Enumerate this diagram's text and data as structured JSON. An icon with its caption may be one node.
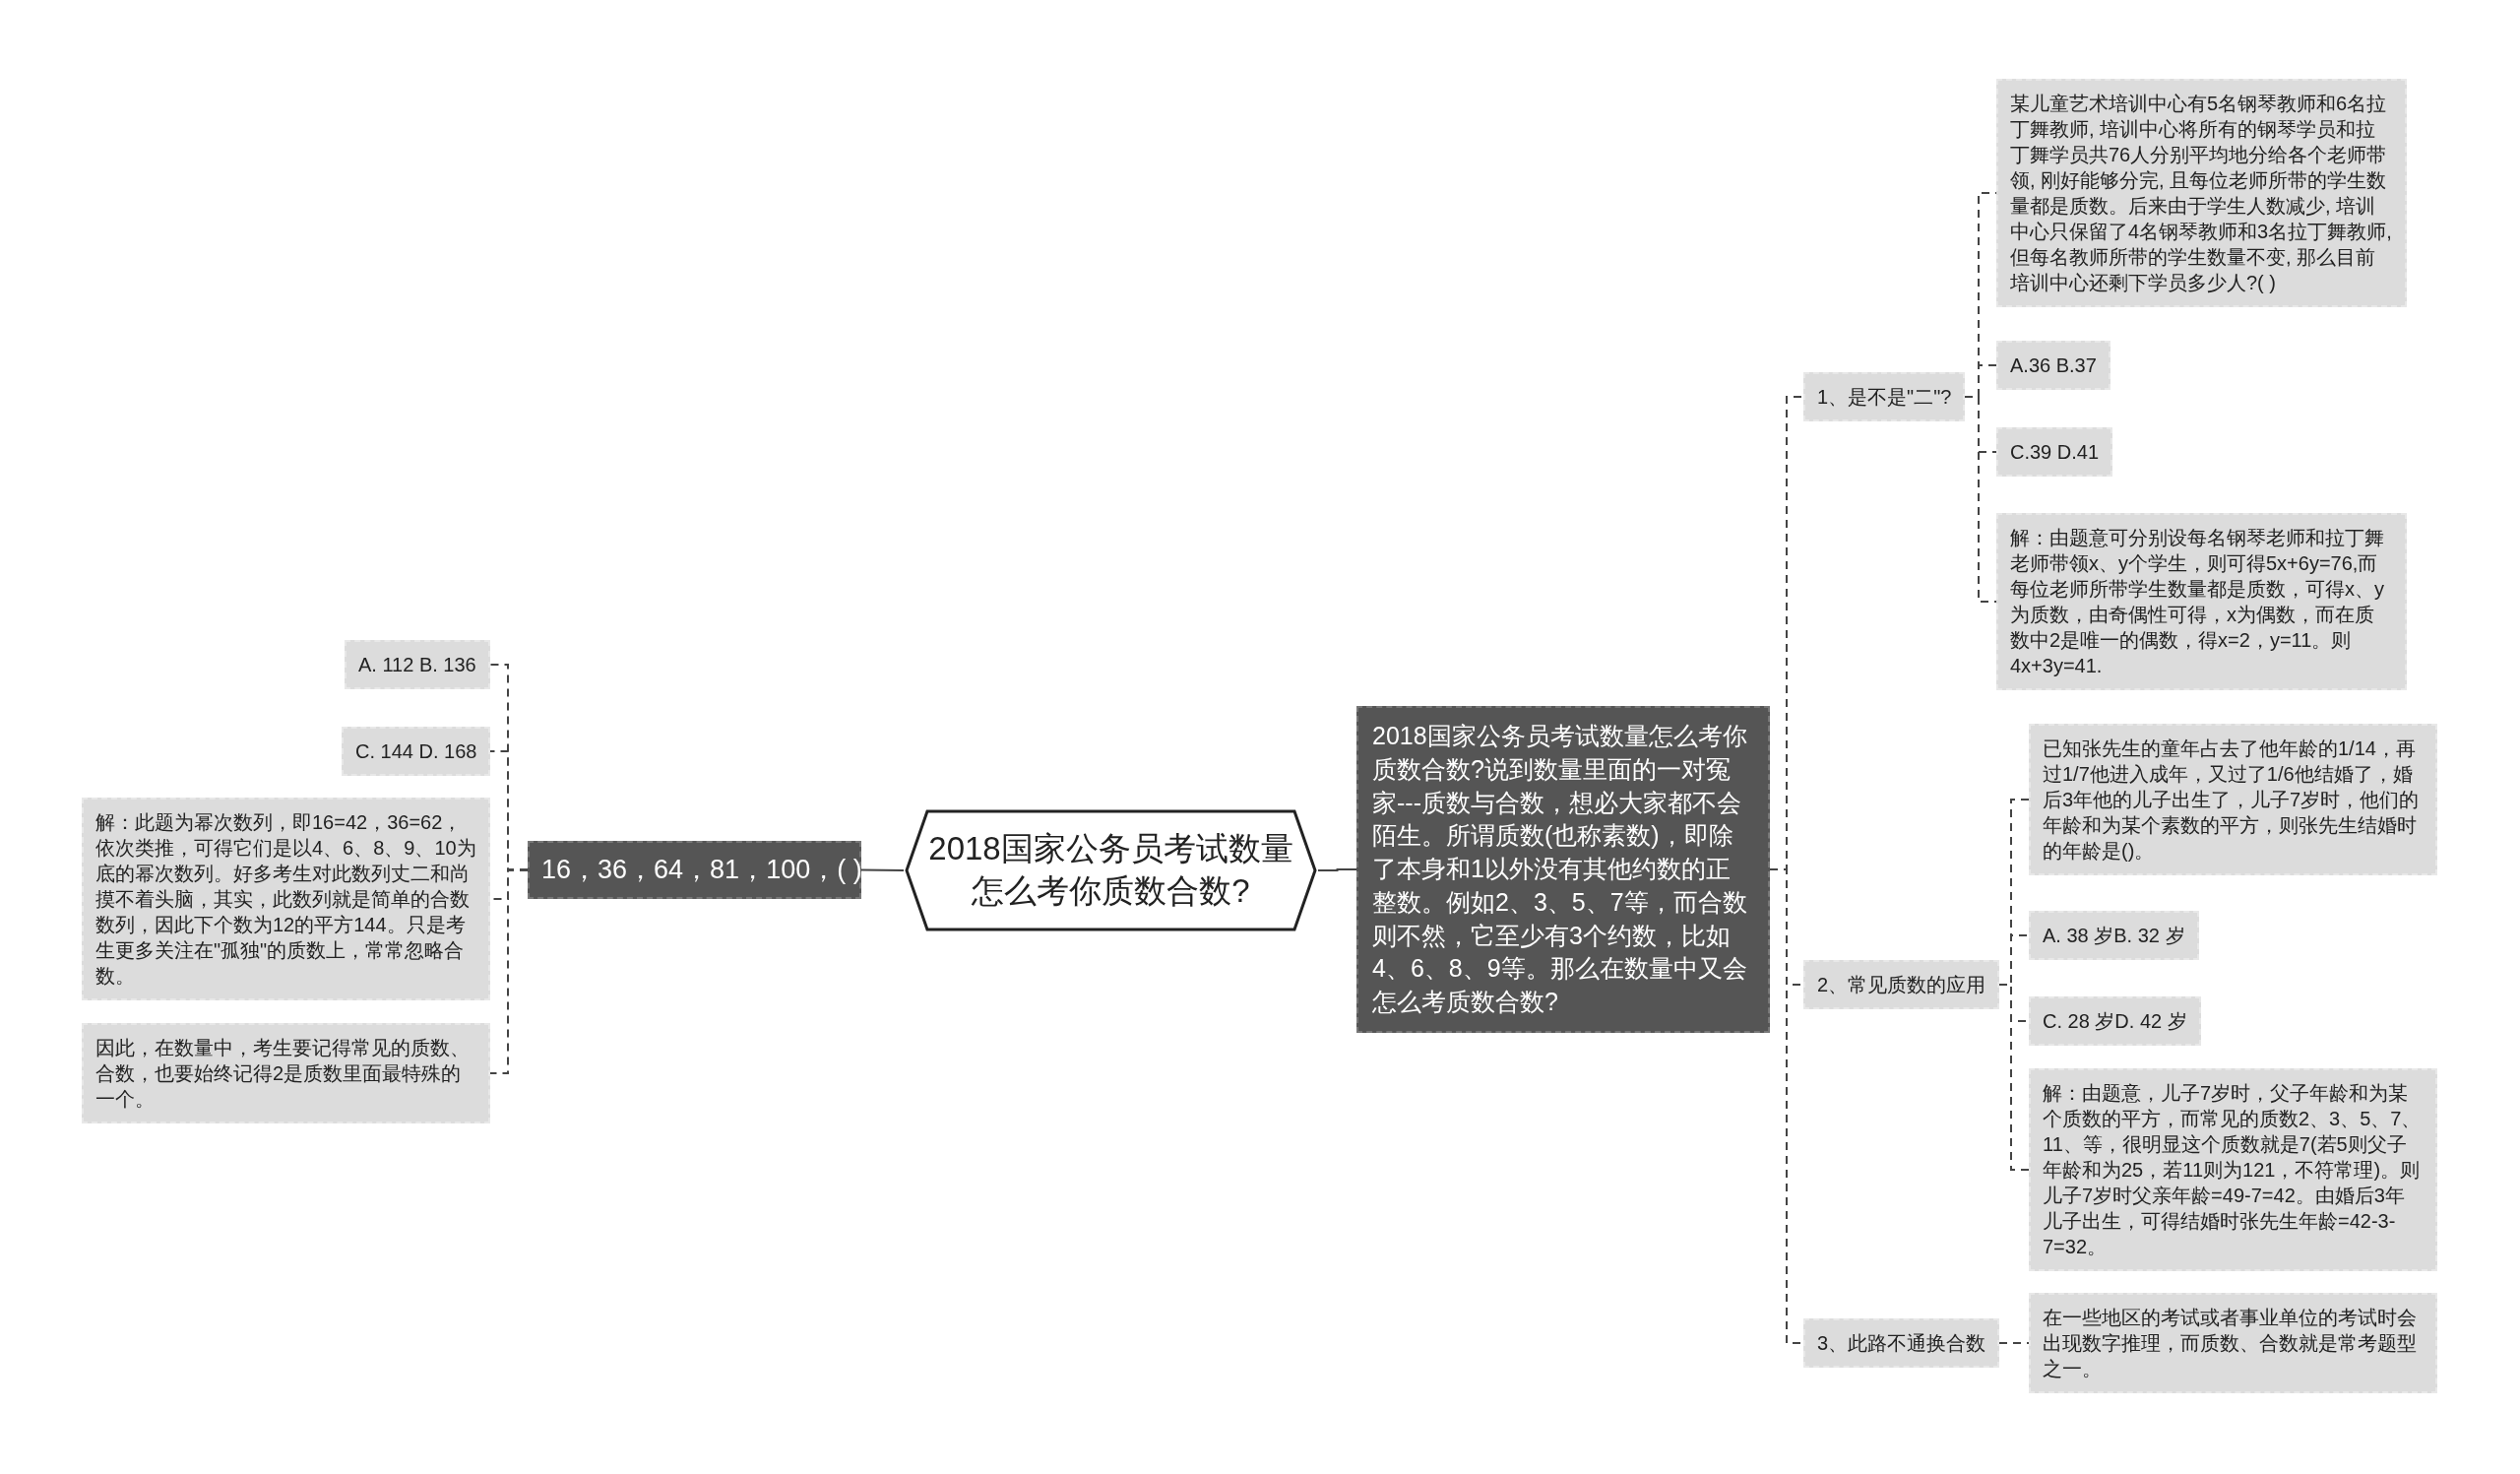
{
  "diagram": {
    "nodes": [
      {
        "text": [
          "2018国家公务员考试数量怎么考你质数合数?"
        ]
      },
      {
        "text": [
          "16，36，64，81，100，( )"
        ]
      },
      {
        "text": [
          "A. 112 B. 136"
        ]
      },
      {
        "text": [
          "C. 144 D. 168"
        ]
      },
      {
        "text": [
          "解：此题为幂次数列，即16=42，36=62，依次类推，可得它们是以4、6、8、9、10为底的幂次数列。好多考生对此数列丈二和尚摸不着头脑，其实，此数列就是简单的合数数列，因此下个数为12的平方144。只是考生更多关注在\"孤独\"的质数上，常常忽略合数。"
        ]
      },
      {
        "text": [
          "因此，在数量中，考生要记得常见的质数、合数，也要始终记得2是质数里面最特殊的一个。"
        ]
      },
      {
        "text": [
          "2018国家公务员考试数量怎么考你质数合数?说到数量里面的一对冤家---质数与合数，想必大家都不会陌生。所谓质数(也称素数)，即除了本身和1以外没有其他约数的正整数。例如2、3、5、7等，而合数则不然，它至少有3个约数，比如4、6、8、9等。那么在数量中又会怎么考质数合数?"
        ]
      },
      {
        "text": [
          "1、是不是\"二\"?"
        ]
      },
      {
        "text": [
          "某儿童艺术培训中心有5名钢琴教师和6名拉丁舞教师, 培训中心将所有的钢琴学员和拉丁舞学员共76人分别平均地分给各个老师带领, 刚好能够分完, 且每位老师所带的学生数量都是质数。后来由于学生人数减少, 培训中心只保留了4名钢琴教师和3名拉丁舞教师, 但每名教师所带的学生数量不变, 那么目前培训中心还剩下学员多少人?( )"
        ]
      },
      {
        "text": [
          "A.36 B.37"
        ]
      },
      {
        "text": [
          "C.39 D.41"
        ]
      },
      {
        "text": [
          "解：由题意可分别设每名钢琴老师和拉丁舞老师带领x、y个学生，则可得5x+6y=76,而每位老师所带学生数量都是质数，可得x、y为质数，由奇偶性可得，x为偶数，而在质数中2是唯一的偶数，得x=2，y=11。则4x+3y=41."
        ]
      },
      {
        "text": [
          "2、常见质数的应用"
        ]
      },
      {
        "text": [
          "已知张先生的童年占去了他年龄的1/14，再过1/7他进入成年，又过了1/6他结婚了，婚后3年他的儿子出生了，儿子7岁时，他们的年龄和为某个素数的平方，则张先生结婚时的年龄是()。"
        ]
      },
      {
        "text": [
          "A. 38 岁B. 32 岁"
        ]
      },
      {
        "text": [
          "C. 28 岁D. 42 岁"
        ]
      },
      {
        "text": [
          "解：由题意，儿子7岁时，父子年龄和为某个质数的平方，而常见的质数2、3、5、7、11、等，很明显这个质数就是7(若5则父子年龄和为25，若11则为121，不符常理)。则儿子7岁时父亲年龄=49-7=42。由婚后3年儿子出生，可得结婚时张先生年龄=42-3-7=32。"
        ]
      },
      {
        "text": [
          "3、此路不通换合数"
        ]
      },
      {
        "text": [
          "在一些地区的考试或者事业单位的考试时会出现数字推理，而质数、合数就是常考题型之一。"
        ]
      }
    ],
    "edges": [
      {
        "from": 0,
        "to": 1,
        "arrow": "none"
      },
      {
        "from": 1,
        "to": 2,
        "arrow": "none",
        "style": "dashed"
      },
      {
        "from": 1,
        "to": 3,
        "arrow": "none",
        "style": "dashed"
      },
      {
        "from": 1,
        "to": 4,
        "arrow": "none",
        "style": "dashed"
      },
      {
        "from": 1,
        "to": 5,
        "arrow": "none",
        "style": "dashed"
      },
      {
        "from": 0,
        "to": 6,
        "arrow": "none"
      },
      {
        "from": 6,
        "to": 7,
        "arrow": "none",
        "style": "dashed"
      },
      {
        "from": 7,
        "to": 8,
        "arrow": "none",
        "style": "dashed"
      },
      {
        "from": 7,
        "to": 9,
        "arrow": "none",
        "style": "dashed"
      },
      {
        "from": 7,
        "to": 10,
        "arrow": "none",
        "style": "dashed"
      },
      {
        "from": 7,
        "to": 11,
        "arrow": "none",
        "style": "dashed"
      },
      {
        "from": 6,
        "to": 12,
        "arrow": "none",
        "style": "dashed"
      },
      {
        "from": 12,
        "to": 13,
        "arrow": "none",
        "style": "dashed"
      },
      {
        "from": 12,
        "to": 14,
        "arrow": "none",
        "style": "dashed"
      },
      {
        "from": 12,
        "to": 15,
        "arrow": "none",
        "style": "dashed"
      },
      {
        "from": 12,
        "to": 16,
        "arrow": "none",
        "style": "dashed"
      },
      {
        "from": 6,
        "to": 17,
        "arrow": "none",
        "style": "dashed"
      },
      {
        "from": 17,
        "to": 18,
        "arrow": "none",
        "style": "dashed"
      }
    ]
  }
}
